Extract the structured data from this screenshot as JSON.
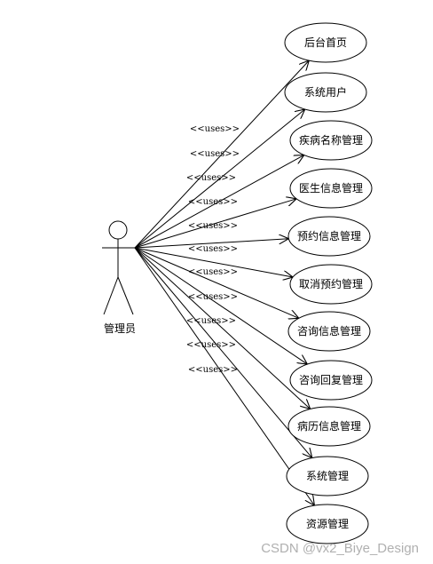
{
  "actor": {
    "label": "管理员"
  },
  "stereotype": "<<uses>>",
  "use_cases": [
    "后台首页",
    "系统用户",
    "疾病名称管理",
    "医生信息管理",
    "预约信息管理",
    "取消预约管理",
    "咨询信息管理",
    "咨询回复管理",
    "病历信息管理",
    "系统管理",
    "资源管理"
  ],
  "watermark": "CSDN @vx2_Biye_Design"
}
